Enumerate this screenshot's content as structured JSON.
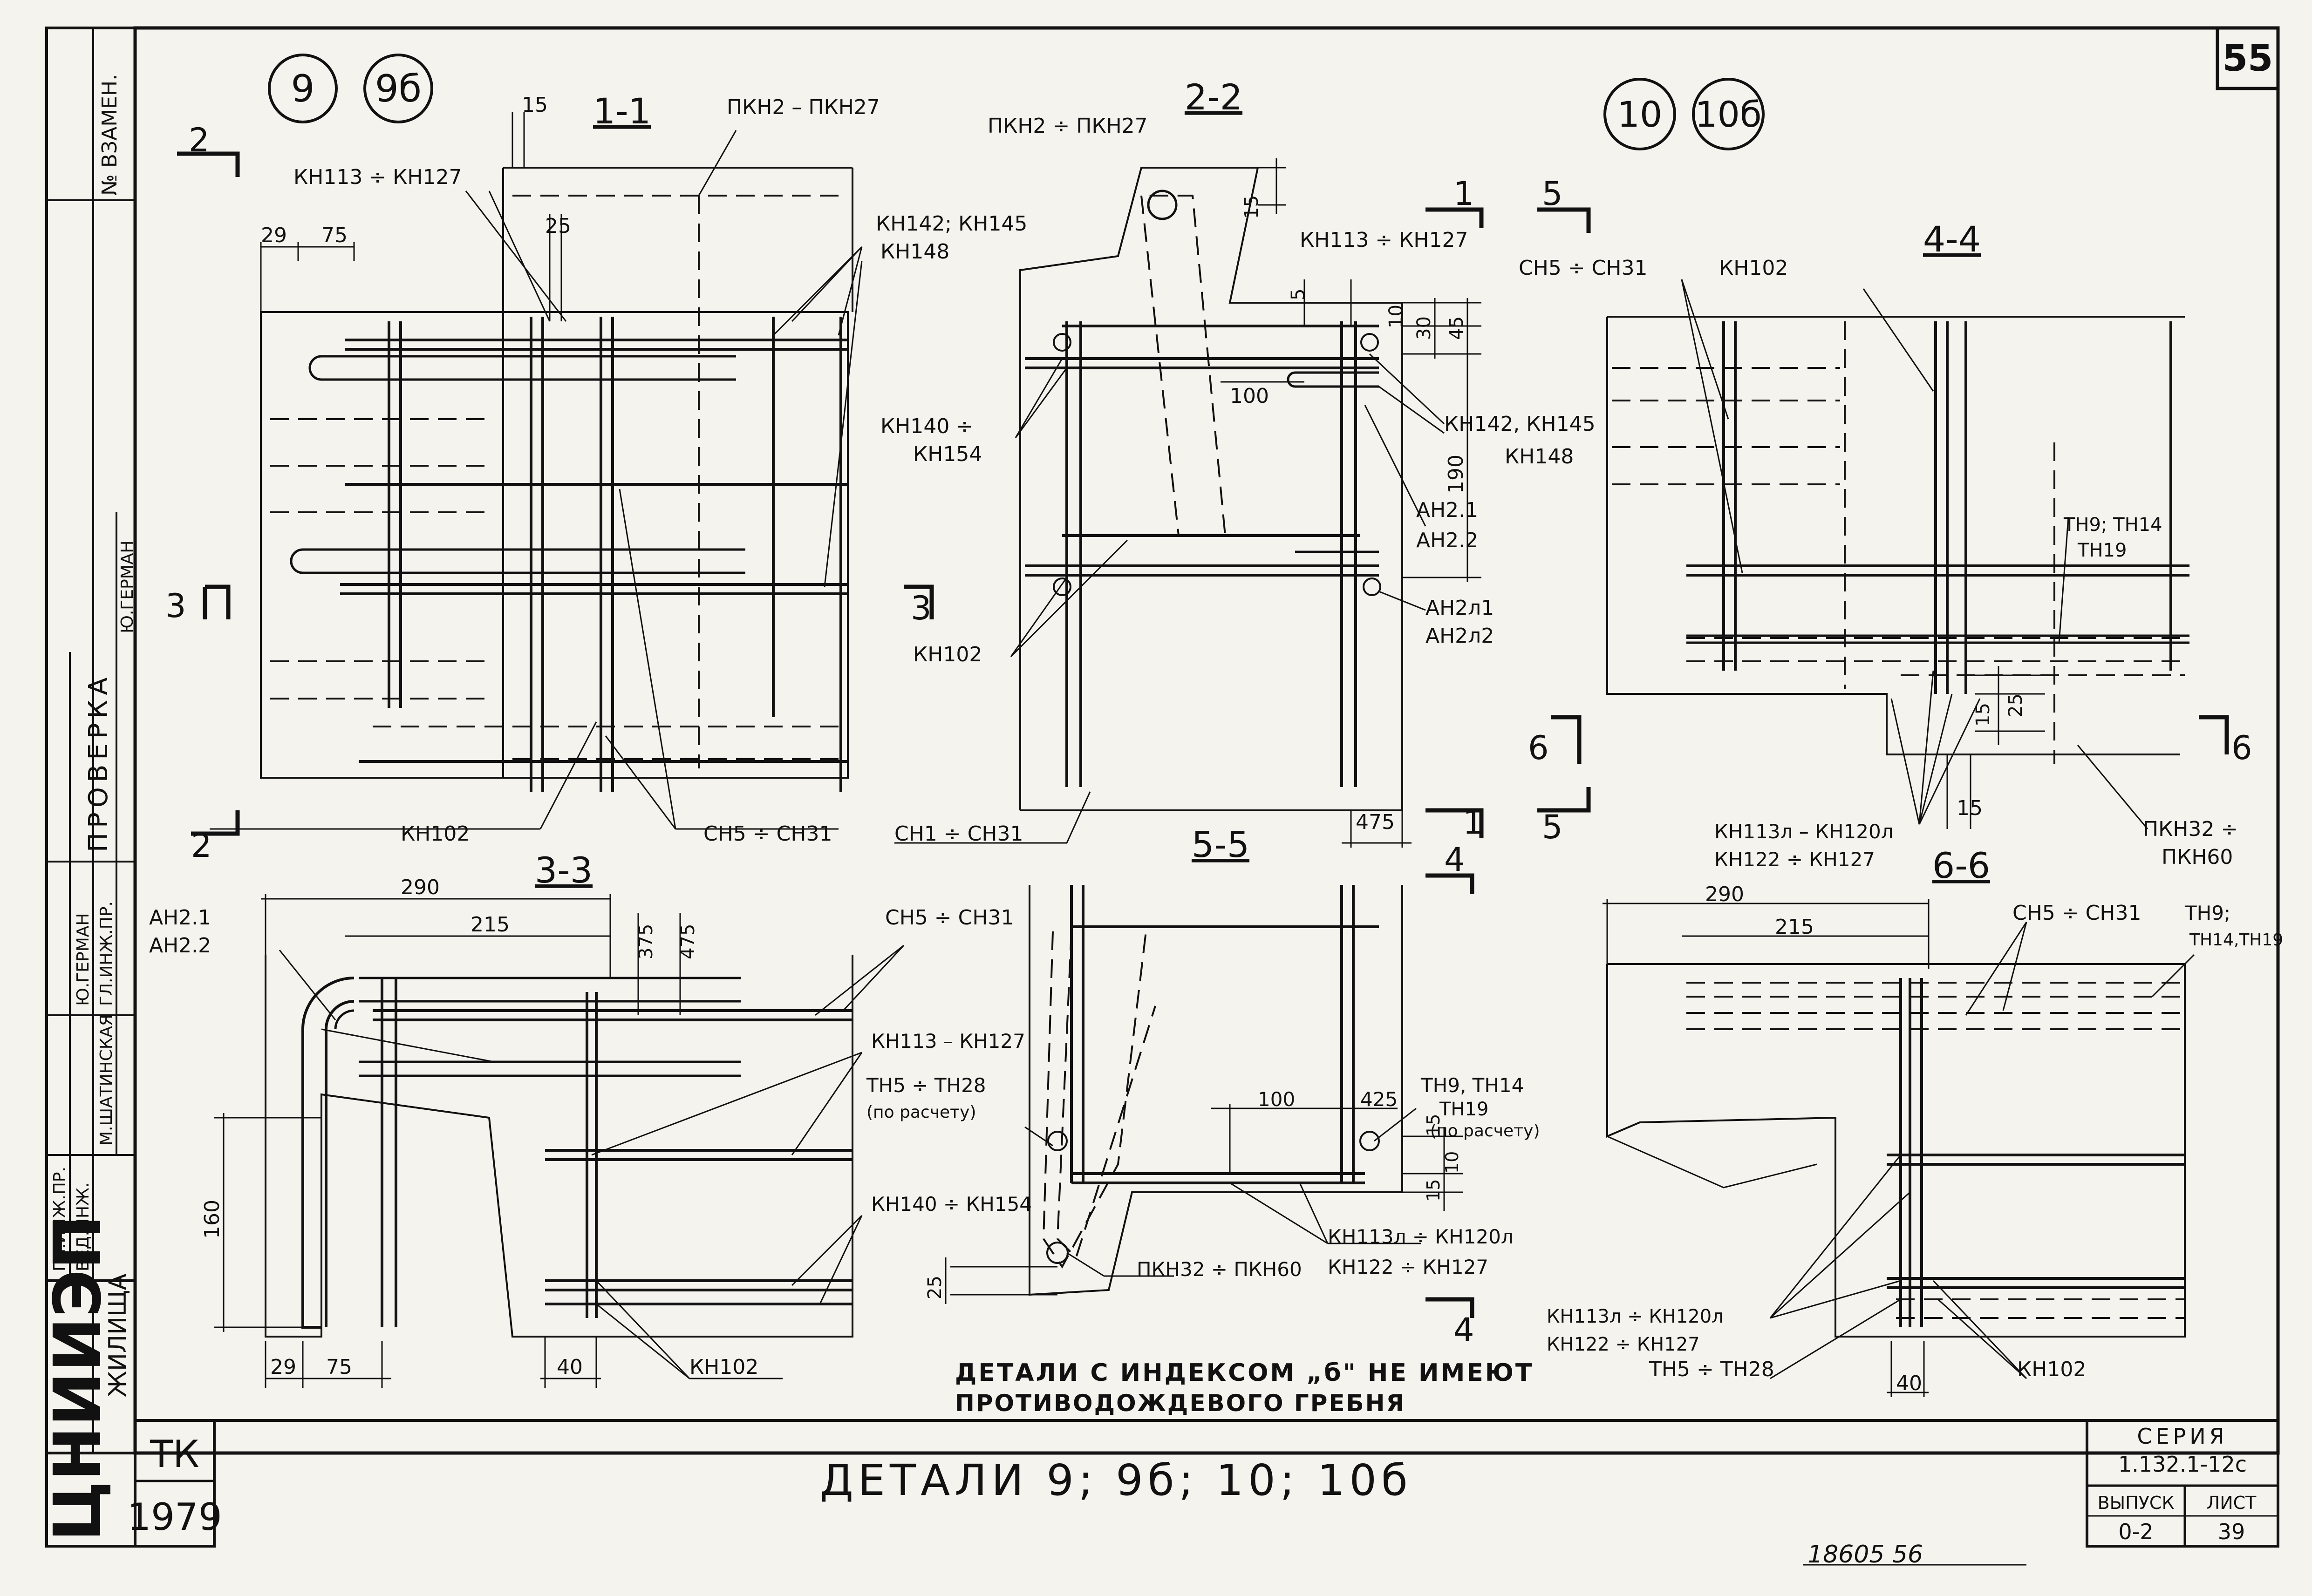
{
  "sheet": {
    "page_number": "55",
    "stamp_number": "18605 56",
    "org": "ЦНИИЭП",
    "org_sub": "ЖИЛИЩА",
    "tk": "ТК",
    "year": "1979",
    "title": "ДЕТАЛИ 9; 9б; 10; 10б",
    "note_line1": "ДЕТАЛИ С ИНДЕКСОМ „б\" НЕ ИМЕЮТ",
    "note_line2": "ПРОТИВОДОЖДЕВОГО ГРЕБНЯ",
    "seria_label": "СЕРИЯ",
    "seria_value": "1.132.1-12с",
    "vypusk_label": "ВЫПУСК",
    "vypusk_value": "0-2",
    "list_label": "ЛИСТ",
    "list_value": "39"
  },
  "side_stamp": {
    "vzamen": "№ ВЗАМЕН.",
    "proverka": "ПРОВЕРКА",
    "gl_inzh": "ГЛ.ИНЖ.ПР.",
    "german1": "Ю.ГЕРМАН",
    "gl_inzh2": "ГЛ.ИНЖ.ПР.",
    "german2": "Ю.ГЕРМАН",
    "ved_inzh": "ВЕД.ИНЖ.",
    "shatinskaya": "М.ШАТИНСКАЯ"
  },
  "details": {
    "d9": "9",
    "d9b": "9б",
    "d10": "10",
    "d10b": "10б"
  },
  "sections": {
    "s11": "1-1",
    "s22": "2-2",
    "s33": "3-3",
    "s44": "4-4",
    "s55": "5-5",
    "s66": "6-6"
  },
  "cut_marks": {
    "c1a": "1",
    "c1b": "1",
    "c2a": "2",
    "c2b": "2",
    "c3a": "3",
    "c3b": "3",
    "c4a": "4",
    "c4b": "4",
    "c5a": "5",
    "c5b": "5",
    "c6a": "6",
    "c6b": "6"
  },
  "labels": {
    "pkn2_27_a": "ПКН2 – ПКН27",
    "kn113_127_a": "КН113 ÷ КН127",
    "kn142_145_a": "КН142; КН145",
    "kn148_a": "КН148",
    "kn102_a": "КН102",
    "sn5_31_a": "СН5 ÷ СН31",
    "pkn2_27_b": "ПКН2 ÷ ПКН27",
    "kn113_127_b": "КН113 ÷ КН127",
    "kn140_b": "КН140 ÷",
    "kn154_b": "КН154",
    "kn142_145_b": "КН142, КН145",
    "kn148_b": "КН148",
    "an21_b": "АН2.1",
    "an22_b": "АН2.2",
    "an2l1_b": "АН2л1",
    "an2l2_b": "АН2л2",
    "kn102_b": "КН102",
    "sn1_31_b": "СН1 ÷ СН31",
    "sn5_31_c": "СН5 ÷ СН31",
    "kn102_c": "КН102",
    "tn9_14_c": "ТН9; ТН14",
    "tn19_c": "ТН19",
    "kn113l_c": "КН113л – КН120л",
    "kn122_c": "КН122 ÷ КН127",
    "pkn32_c": "ПКН32 ÷",
    "pkn60_c": "ПКН60",
    "an21_d": "АН2.1",
    "an22_d": "АН2.2",
    "sn5_31_d": "СН5 ÷ СН31",
    "kn113_127_d": "КН113 – КН127",
    "tn5_28_d": "ТН5 ÷ ТН28",
    "po_raschetu_d": "(по расчету)",
    "kn140_154_d": "КН140 ÷ КН154",
    "kn102_d": "КН102",
    "tn9_14_e": "ТН9, ТН14",
    "tn19_e": "ТН19",
    "po_raschetu_e": "(по расчету)",
    "pkn32_60_e": "ПКН32 ÷ ПКН60",
    "kn113l_e": "КН113л ÷ КН120л",
    "kn122_e": "КН122 ÷ КН127",
    "sn5_31_f": "СН5 ÷ СН31",
    "tn9_f": "ТН9;",
    "tn14_19_f": "ТН14,ТН19",
    "kn113l_f": "КН113л ÷ КН120л",
    "kn122_f": "КН122 ÷ КН127",
    "tn5_28_f": "ТН5 ÷ ТН28",
    "kn102_f": "КН102"
  },
  "dims": {
    "d15a": "15",
    "d29a": "29",
    "d75a": "75",
    "d25a": "25",
    "d15b": "15",
    "d5b": "5",
    "d30b": "30",
    "d45b": "45",
    "d10b": "10",
    "d100b": "100",
    "d190b": "190",
    "d475b": "475",
    "d25c": "25",
    "d15c": "15",
    "d290d": "290",
    "d215d": "215",
    "d375d": "375",
    "d475d": "475",
    "d160d": "160",
    "d29d": "29",
    "d75d": "75",
    "d40d": "40",
    "d100e": "100",
    "d425e": "425",
    "d15e": "15",
    "d10e": "10",
    "d15e2": "15",
    "d25e": "25",
    "d290f": "290",
    "d215f": "215",
    "d40f": "40"
  }
}
